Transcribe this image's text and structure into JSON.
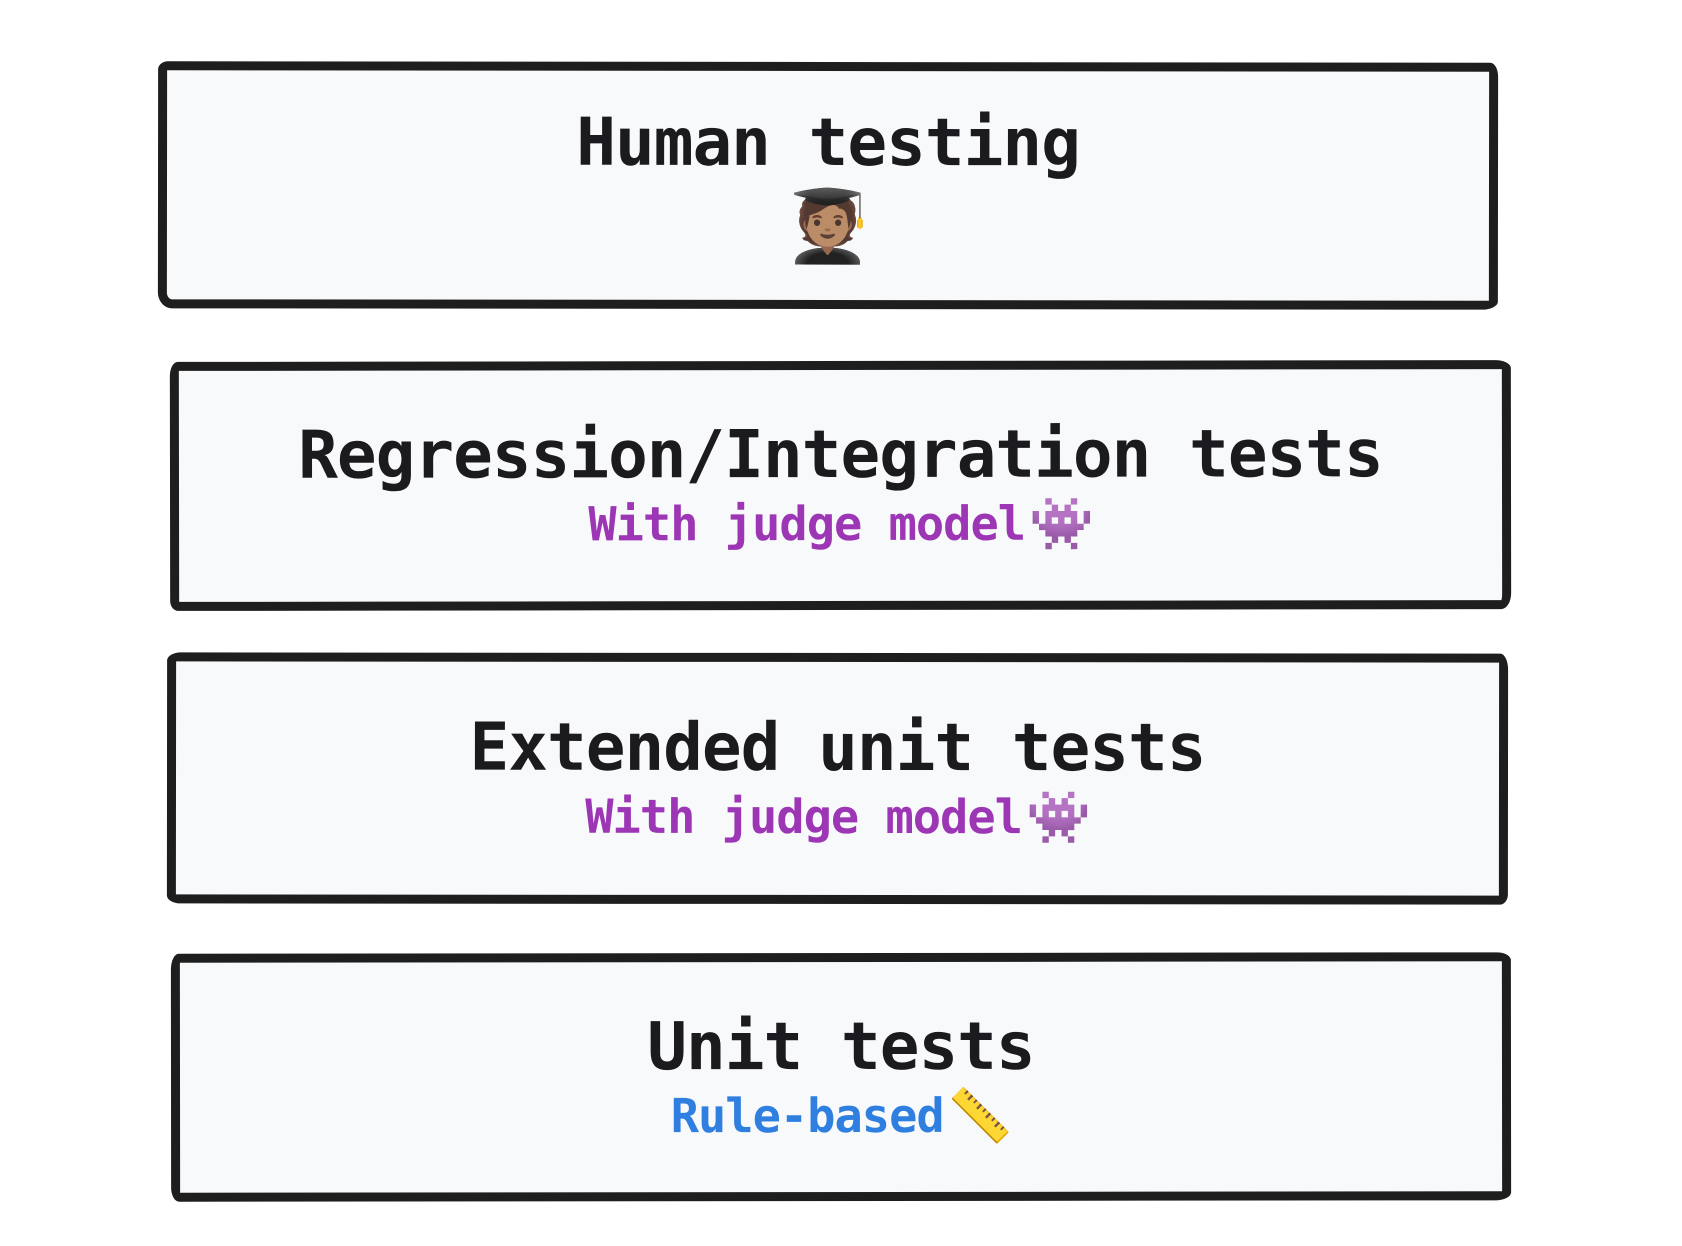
{
  "diagram": {
    "description": "Testing pyramid: four stacked rounded hand-drawn boxes",
    "background": "#ffffff",
    "colors": {
      "box_fill": "#f8f9fa",
      "box_border": "#1e1e1e",
      "title_text": "#1b1b1f",
      "judge_purple": "#9c36b5",
      "rule_blue": "#2e7fe0"
    },
    "boxes": [
      {
        "title": "Human testing",
        "emoji": "🧑🏽‍🎓",
        "emoji_name": "graduate-student"
      },
      {
        "title": "Regression/Integration tests",
        "subtitle": "With judge model",
        "subtitle_emoji": "👾",
        "subtitle_emoji_name": "space-invader",
        "subtitle_color": "#9c36b5"
      },
      {
        "title": "Extended unit tests",
        "subtitle": "With judge model",
        "subtitle_emoji": "👾",
        "subtitle_emoji_name": "space-invader",
        "subtitle_color": "#9c36b5"
      },
      {
        "title": "Unit tests",
        "subtitle": "Rule-based",
        "subtitle_emoji": "📏",
        "subtitle_emoji_name": "ruler",
        "subtitle_color": "#2e7fe0"
      }
    ]
  }
}
